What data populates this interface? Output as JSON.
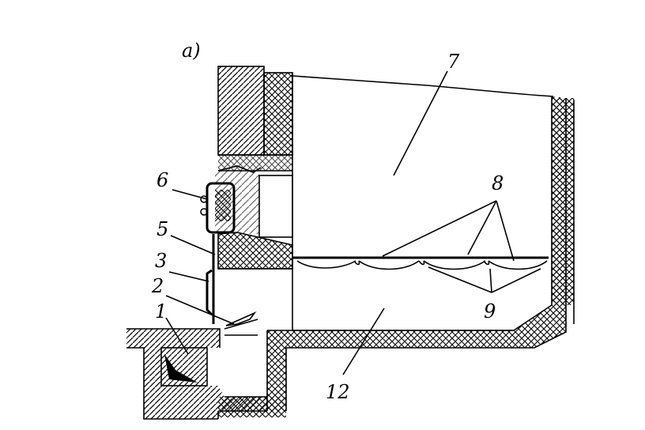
{
  "figure": {
    "panel_label": "a)",
    "labels": {
      "l1": "1",
      "l2": "2",
      "l3": "3",
      "l5": "5",
      "l6": "6",
      "l7": "7",
      "l8": "8",
      "l9": "9",
      "l12": "12"
    }
  },
  "colors": {
    "ink": "#000000",
    "paper": "#ffffff"
  }
}
